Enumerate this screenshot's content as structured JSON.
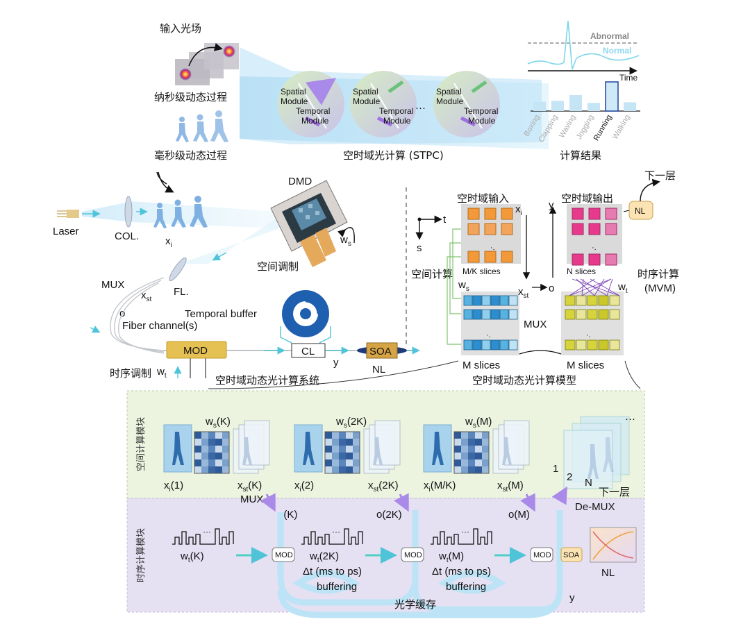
{
  "top": {
    "input_field": "输入光场",
    "ns_process": "纳秒级动态过程",
    "ms_process": "毫秒级动态过程",
    "module_spatial": "Spatial\nModule",
    "module_temporal": "Temporal\nModule",
    "ellipsis": "···",
    "stpc": "空时域光计算 (STPC)",
    "abnormal": "Abnormal",
    "normal": "Normal",
    "time": "Time",
    "categories": [
      "Boxing",
      "Clapping",
      "Waving",
      "Jogging",
      "Running",
      "Walking"
    ],
    "category_levels": [
      0.32,
      0.35,
      0.55,
      0.28,
      1.0,
      0.3
    ],
    "result": "计算结果"
  },
  "system": {
    "laser": "Laser",
    "col": "COL.",
    "xi": "x",
    "xi_sub": "i",
    "dmd": "DMD",
    "ws": "w",
    "ws_sub": "s",
    "spatial_mod": "空间调制",
    "fl": "FL.",
    "mux": "MUX",
    "xst": "x",
    "xst_sub": "st",
    "o": "o",
    "fiber": "Fiber channel(s)",
    "temporal_buffer": "Temporal buffer",
    "mod": "MOD",
    "cl": "CL",
    "soa": "SOA",
    "y": "y",
    "nl": "NL",
    "wt": "w",
    "wt_sub": "t",
    "temporal_mod": "时序调制",
    "system_name": "空时域动态光计算系统"
  },
  "model": {
    "st_input": "空时域输入",
    "st_output": "空时域输出",
    "next_layer": "下一层",
    "nl": "NL",
    "t": "t",
    "s": "s",
    "xi": "x",
    "xi_sub": "i",
    "y": "y",
    "mk_slices": "M/K slices",
    "n_slices": "N slices",
    "spatial_compute": "空间计算",
    "ws": "w",
    "ws_sub": "s",
    "xst": "x",
    "xst_sub": "st",
    "o": "o",
    "wt": "w",
    "wt_sub": "t",
    "temporal_compute": "时序计算",
    "mvm": "(MVM)",
    "mux": "MUX",
    "m_slices_left": "M slices",
    "m_slices_right": "M slices",
    "model_name": "空时域动态光计算模型",
    "dots": "·.",
    "input_colors": [
      "#f29a3a",
      "#f29a3a",
      "#f29a3a"
    ],
    "output_colors": [
      "#e83a8c",
      "#e87ab2"
    ]
  },
  "bottom": {
    "spatial_block": "空间计算模块",
    "temporal_block": "时序计算模块",
    "ws_labels": [
      "w",
      "w",
      "w"
    ],
    "ws_args": [
      "(K)",
      "(2K)",
      "(M)"
    ],
    "xi_args": [
      "(1)",
      "(2)",
      "(M/K)"
    ],
    "xst_args": [
      "(K)",
      "(2K)",
      "(M)"
    ],
    "mux": "MUX",
    "o_labels": [
      "o(K)",
      "o(2K)",
      "o(M)"
    ],
    "wt_args": [
      "(K)",
      "(2K)",
      "(M)"
    ],
    "mod": "MOD",
    "soa": "SOA",
    "delta": "Δt (ms to ps)",
    "buffering": "buffering",
    "optical_buffer": "光学缓存",
    "y": "y",
    "nl": "NL",
    "num1": "1",
    "num2": "2",
    "numN": "N",
    "next_layer": "下一层",
    "demux": "De-MUX",
    "dots": "···"
  }
}
